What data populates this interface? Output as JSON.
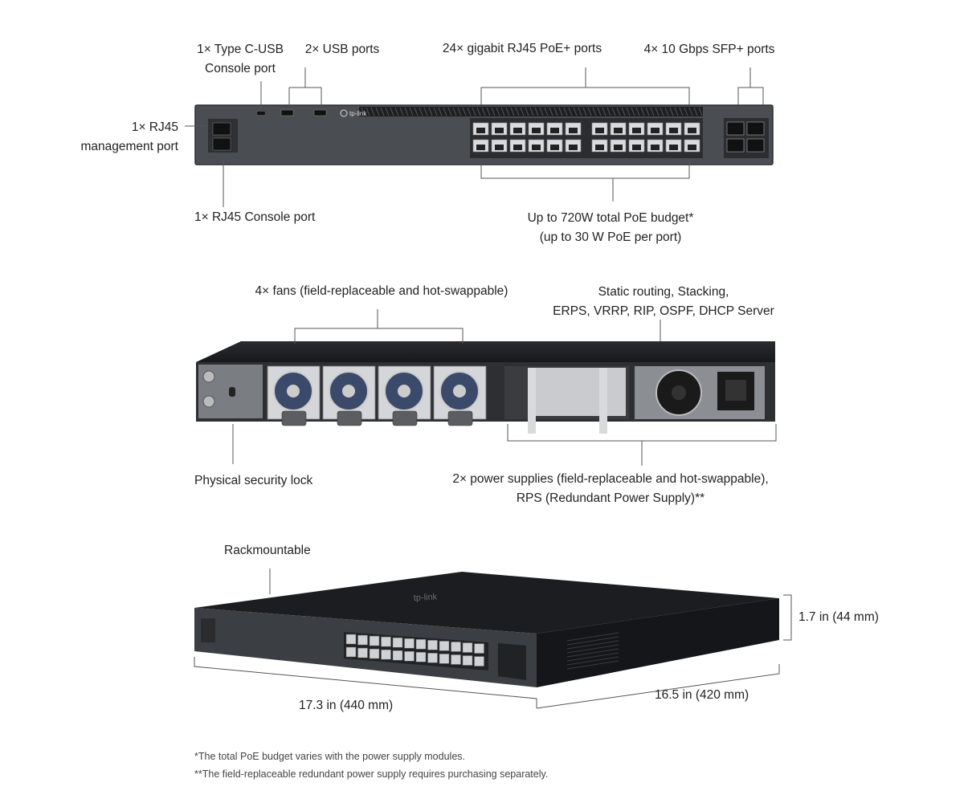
{
  "front": {
    "typec_console": [
      "1× Type C-USB",
      "Console port"
    ],
    "usb_ports": "2× USB ports",
    "rj45_poe_ports": "24× gigabit RJ45 PoE+ ports",
    "sfp_ports": "4× 10 Gbps SFP+ ports",
    "rj45_mgmt": [
      "1× RJ45",
      "management port"
    ],
    "rj45_console": "1× RJ45 Console port",
    "poe_budget": [
      "Up to 720W total PoE budget*",
      "(up to 30 W PoE per port)"
    ]
  },
  "rear": {
    "fans": "4× fans (field-replaceable and hot-swappable)",
    "features": [
      "Static routing, Stacking,",
      "ERPS, VRRP, RIP, OSPF, DHCP Server"
    ],
    "security_lock": "Physical security lock",
    "power_supplies": [
      "2× power supplies (field-replaceable and hot-swappable),",
      "RPS (Redundant Power Supply)**"
    ]
  },
  "perspective": {
    "rackmountable": "Rackmountable",
    "height": "1.7 in (44 mm)",
    "width": "17.3 in (440 mm)",
    "depth": "16.5 in (420 mm)"
  },
  "footnotes": [
    "*The total PoE budget varies with the power supply modules.",
    "**The field-replaceable redundant power supply requires purchasing separately."
  ],
  "brand": "tp-link",
  "colors": {
    "chassis": "#3a3d41",
    "chassis_dark": "#1f2124",
    "line": "#555555",
    "text": "#222222"
  }
}
